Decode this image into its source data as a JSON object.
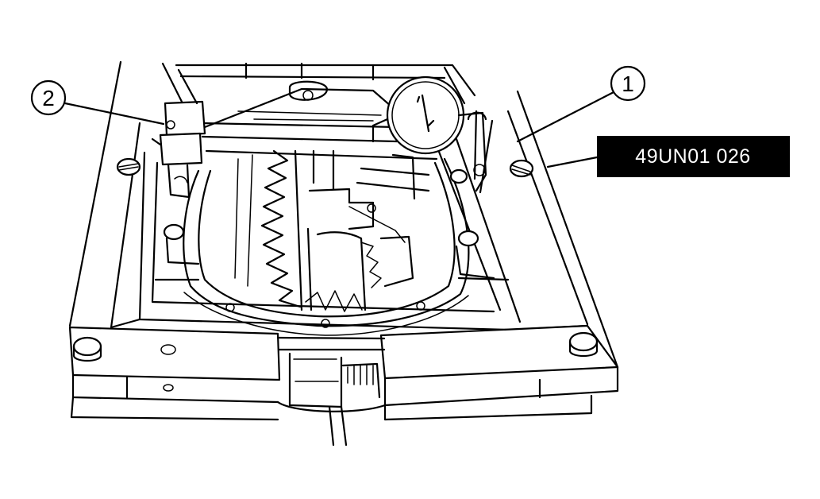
{
  "callouts": {
    "one": "1",
    "two": "2"
  },
  "tool_label": "49UN01 026",
  "colors": {
    "ink": "#000000",
    "paper": "#ffffff",
    "label_bg": "#000000",
    "label_text": "#ffffff"
  }
}
